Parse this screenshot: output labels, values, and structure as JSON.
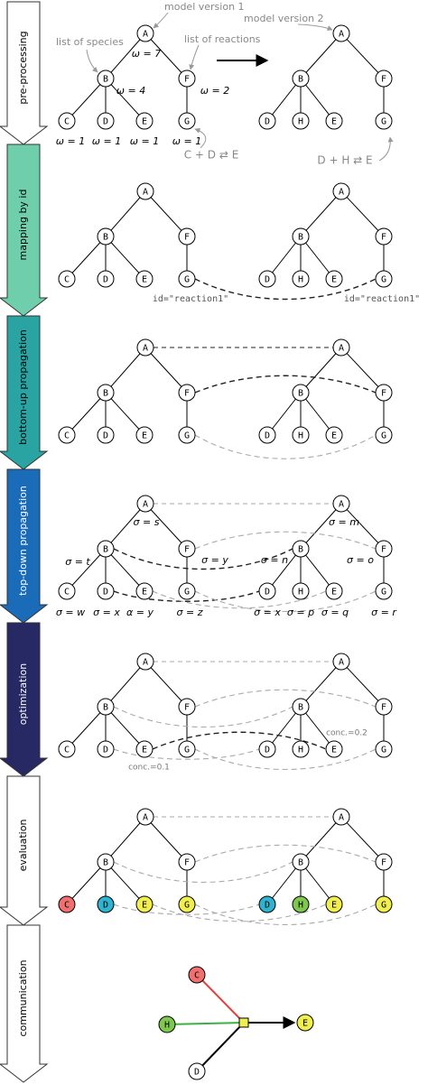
{
  "stages": [
    {
      "label": "pre-processing",
      "color": "#ffffff"
    },
    {
      "label": "mapping by id",
      "color": "#6fcfad"
    },
    {
      "label": "bottom-up propagation",
      "color": "#2aa3a3"
    },
    {
      "label": "top-down propagation",
      "color": "#1a6cb8"
    },
    {
      "label": "optimization",
      "color": "#262964"
    },
    {
      "label": "evaluation",
      "color": "#ffffff"
    },
    {
      "label": "communication",
      "color": "#ffffff"
    }
  ],
  "trees": {
    "model1_nodes": [
      "A",
      "B",
      "F",
      "C",
      "D",
      "E",
      "G"
    ],
    "model2_nodes": [
      "A",
      "B",
      "F",
      "D",
      "H",
      "E",
      "G"
    ]
  },
  "annotations": {
    "model_version_1": "model version 1",
    "model_version_2": "model version 2",
    "list_of_species": "list of species",
    "list_of_reactions": "list of reactions",
    "reaction_model1": "C + D ⇄ E",
    "reaction_model2": "D + H ⇄ E",
    "id_label_1": "id=\"reaction1\"",
    "id_label_2": "id=\"reaction1\"",
    "conc_1": "conc.=0.1",
    "conc_2": "conc.=0.2"
  },
  "weights": {
    "A": "ω = 7",
    "B": "ω = 4",
    "F": "ω = 2",
    "C": "ω = 1",
    "D": "ω = 1",
    "E": "ω = 1",
    "G": "ω = 1"
  },
  "sigmas": {
    "left": {
      "A": "σ = s",
      "B": "σ = t",
      "F": "σ = y",
      "C": "σ = w",
      "D": "σ = x",
      "E": "α = y",
      "G": "σ = z"
    },
    "right": {
      "A": "σ = m",
      "B": "σ = n",
      "F": "σ = o",
      "D": "σ = x",
      "H": "σ = p",
      "E": "σ = q",
      "G": "σ = r"
    }
  },
  "evaluation_colors": {
    "C": "#f07070",
    "D": "#2fb3cf",
    "E": "#f0ee50",
    "G": "#f0ee50",
    "H": "#7ec850"
  },
  "communication": {
    "nodes": [
      "C",
      "H",
      "D",
      "E"
    ],
    "colors": {
      "C": "#f07070",
      "H": "#7ec850",
      "D": "#ffffff",
      "E": "#f0ee50",
      "hub": "#f0ee50"
    },
    "edge_colors": {
      "C": "#e04040",
      "H": "#3cb043",
      "D": "#000000",
      "E": "#000000"
    }
  }
}
